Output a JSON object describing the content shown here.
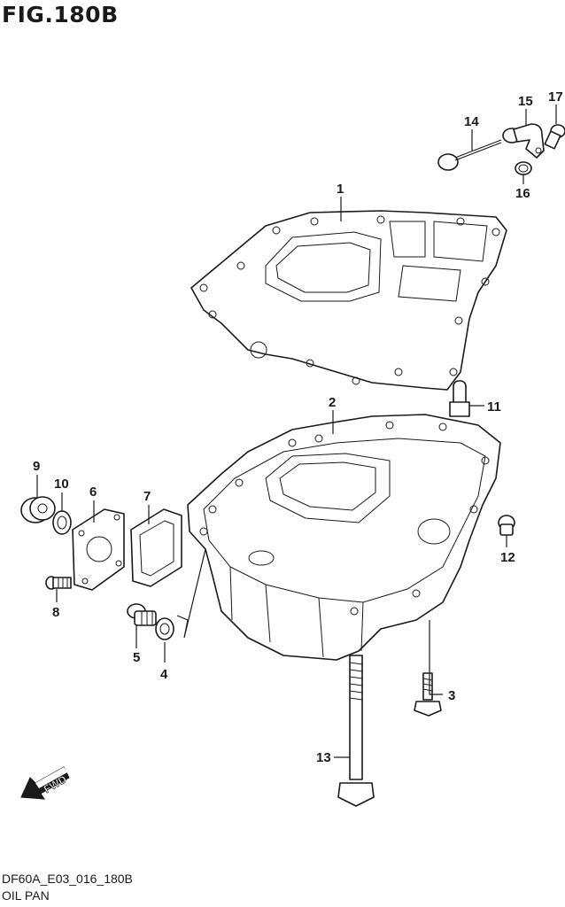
{
  "figure": {
    "title": "FIG.180B",
    "code": "DF60A_E03_016_180B",
    "name": "OIL PAN",
    "direction_label": "FWD"
  },
  "callouts": [
    {
      "number": "1",
      "part": "gasket"
    },
    {
      "number": "2",
      "part": "oil-pan"
    },
    {
      "number": "3",
      "part": "bolt"
    },
    {
      "number": "4",
      "part": "washer"
    },
    {
      "number": "5",
      "part": "plug"
    },
    {
      "number": "6",
      "part": "plate"
    },
    {
      "number": "7",
      "part": "gasket"
    },
    {
      "number": "8",
      "part": "bolt"
    },
    {
      "number": "9",
      "part": "plug"
    },
    {
      "number": "10",
      "part": "washer"
    },
    {
      "number": "11",
      "part": "pin"
    },
    {
      "number": "12",
      "part": "plug"
    },
    {
      "number": "13",
      "part": "bolt"
    },
    {
      "number": "14",
      "part": "dipstick"
    },
    {
      "number": "15",
      "part": "guide"
    },
    {
      "number": "16",
      "part": "o-ring"
    },
    {
      "number": "17",
      "part": "bolt"
    }
  ]
}
